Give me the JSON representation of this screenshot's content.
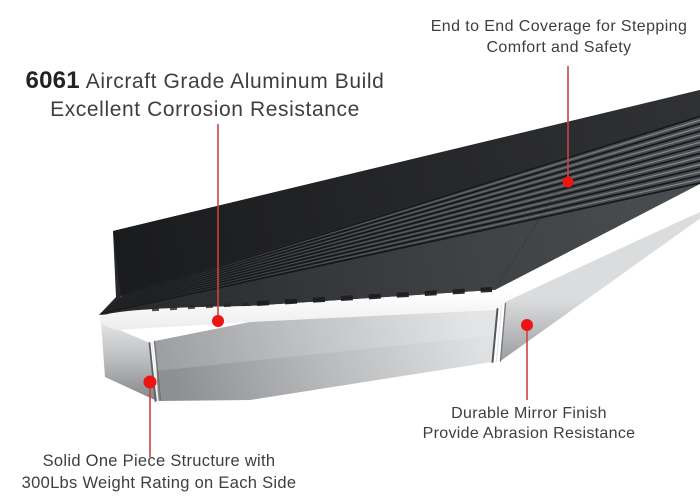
{
  "figure": {
    "background_color": "#ffffff",
    "annotation_dot_color": "#ee1414",
    "annotation_line_color": "#c64444",
    "text_color": "#3e3e3e",
    "board_black": "#2c2d2f",
    "chrome_light": "#dfe1e3",
    "chrome_dark": "#8d8f92"
  },
  "callouts": {
    "aluminum": {
      "prefix": "6061",
      "line1": "Aircraft Grade Aluminum Build",
      "line2": "Excellent Corrosion Resistance"
    },
    "coverage": {
      "line1": "End to End Coverage for Stepping",
      "line2": "Comfort and Safety"
    },
    "finish": {
      "line1": "Durable Mirror Finish",
      "line2": "Provide Abrasion Resistance"
    },
    "structure": {
      "line1": "Solid One Piece Structure with",
      "line2": "300Lbs Weight Rating on Each Side"
    }
  }
}
